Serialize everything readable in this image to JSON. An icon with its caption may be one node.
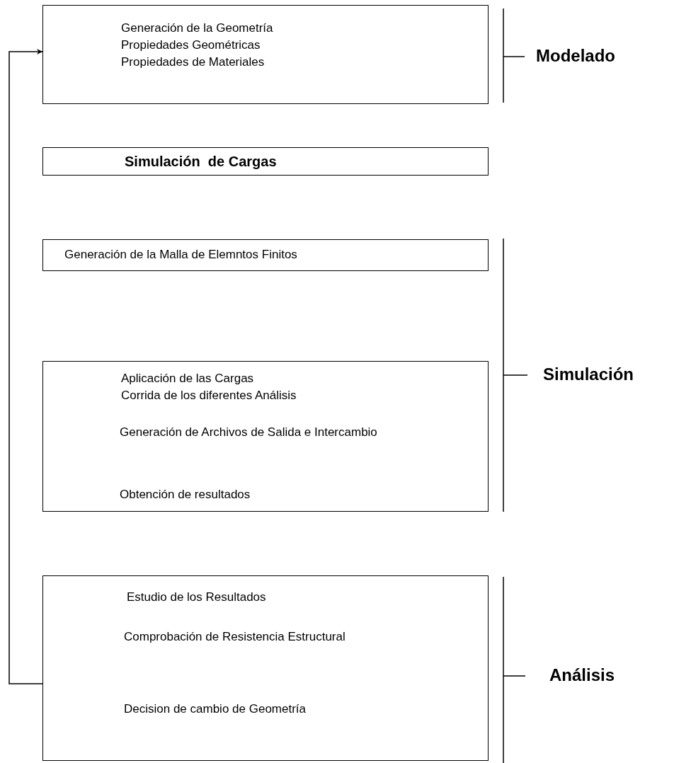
{
  "diagram": {
    "nodes": [
      {
        "text": [
          "Generación de la Geometría",
          "Propiedades Geométricas",
          "Propiedades de Materiales"
        ]
      },
      {
        "text": [
          "Simulación  de Cargas"
        ]
      },
      {
        "text": [
          "Generación de la Malla de Elemntos Finitos"
        ]
      },
      {
        "text": [
          "Aplicación de las Cargas",
          "Corrida de los diferentes Análisis",
          "Generación de Archivos de Salida e Intercambio",
          "Obtención de resultados"
        ]
      },
      {
        "text": [
          "Estudio de los Resultados",
          "Comprobación de Resistencia Estructural",
          "Decision de cambio de Geometría"
        ]
      }
    ],
    "edges": [
      {
        "from": 4,
        "to": 0,
        "arrow": "to"
      }
    ],
    "labels": [
      "Modelado",
      "Simulación",
      "Análisis"
    ]
  }
}
